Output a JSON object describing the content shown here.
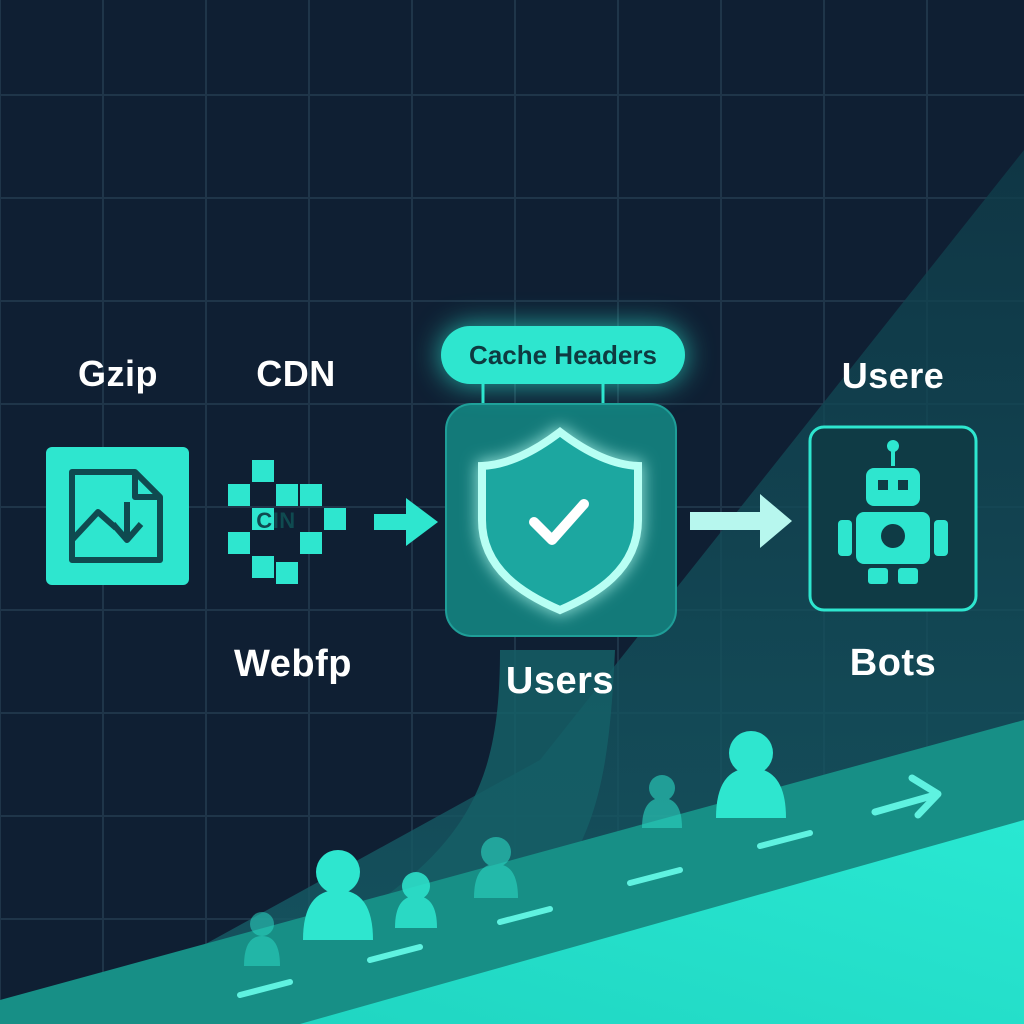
{
  "labels": {
    "gzip": "Gzip",
    "cdn": "CDN",
    "cdn_icon_text": "CIN",
    "webfp": "Webfp",
    "cache_headers": "Cache Headers",
    "users_center": "Users",
    "usere_right": "Usere",
    "bots": "Bots"
  },
  "icons": {
    "gzip_node": "image-download-icon",
    "cdn_node": "cdn-grid-icon",
    "shield_node": "shield-check-icon",
    "bot_node": "robot-icon",
    "arrow": "arrow-right-icon",
    "person": "person-icon"
  },
  "colors": {
    "background": "#0f1f33",
    "grid": "#1e3347",
    "accent": "#2ee6cf",
    "accent_dark": "#17857c",
    "text": "#ffffff"
  }
}
